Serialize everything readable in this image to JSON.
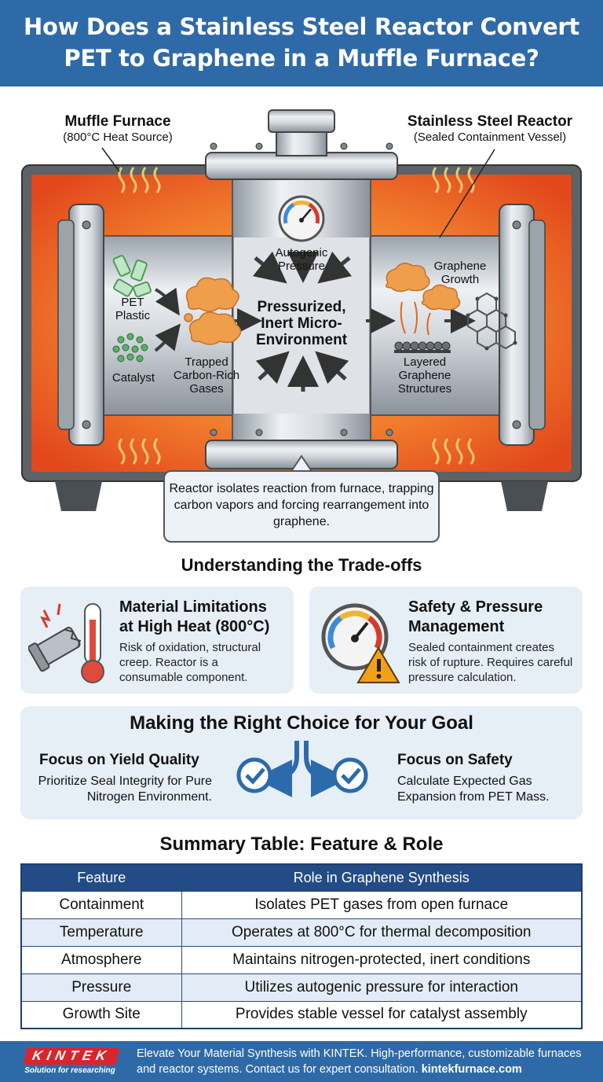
{
  "header": {
    "title": "How Does a Stainless Steel Reactor Convert PET to Graphene in a Muffle Furnace?"
  },
  "diagram": {
    "muffle_furnace": {
      "title": "Muffle Furnace",
      "subtitle": "(800°C Heat Source)"
    },
    "reactor": {
      "title": "Stainless Steel Reactor",
      "subtitle": "(Sealed Containment Vessel)"
    },
    "autogenic_pressure": "Autogenic Pressure",
    "center": "Pressurized, Inert Micro-Environment",
    "pet_plastic": "PET Plastic",
    "catalyst": "Catalyst",
    "trapped_gases": "Trapped Carbon-Rich Gases",
    "graphene_growth": "Graphene Growth",
    "layered_structures": "Layered Graphene Structures",
    "note": "Reactor isolates reaction from furnace, trapping carbon vapors and forcing rearrangement into graphene.",
    "colors": {
      "furnace_hot": "#e8501f",
      "furnace_glow": "#f6a23c",
      "steel": "#c9ced4",
      "gas_cloud": "#ef9e4c",
      "catalyst_green": "#5caf6a"
    }
  },
  "tradeoffs": {
    "title": "Understanding the Trade-offs",
    "cards": [
      {
        "title": "Material Limitations at High Heat (800°C)",
        "body": "Risk of oxidation, structural creep. Reactor is a consumable component.",
        "icon": "broken-pipe-thermometer-icon"
      },
      {
        "title": "Safety & Pressure Management",
        "body": "Sealed containment creates risk of rupture. Requires careful pressure calculation.",
        "icon": "pressure-gauge-warning-icon"
      }
    ]
  },
  "goals": {
    "title": "Making the Right Choice for Your Goal",
    "left": {
      "title": "Focus on Yield Quality",
      "body": "Prioritize Seal Integrity for Pure Nitrogen Environment."
    },
    "right": {
      "title": "Focus on Safety",
      "body": "Calculate Expected Gas Expansion from PET Mass."
    },
    "accent": "#2c6bab"
  },
  "summary": {
    "title": "Summary Table: Feature & Role",
    "columns": [
      "Feature",
      "Role in Graphene Synthesis"
    ],
    "rows": [
      [
        "Containment",
        "Isolates PET gases from open furnace"
      ],
      [
        "Temperature",
        "Operates at 800°C for thermal decomposition"
      ],
      [
        "Atmosphere",
        "Maintains nitrogen-protected, inert conditions"
      ],
      [
        "Pressure",
        "Utilizes autogenic pressure for interaction"
      ],
      [
        "Growth Site",
        "Provides stable vessel for catalyst assembly"
      ]
    ]
  },
  "footer": {
    "logo": "KINTEK",
    "tagline": "Solution for researching",
    "text_main": "Elevate Your Material Synthesis with KINTEK. High-performance, customizable furnaces and reactor systems. Contact us for expert consultation.",
    "link": "kintekfurnace.com"
  }
}
